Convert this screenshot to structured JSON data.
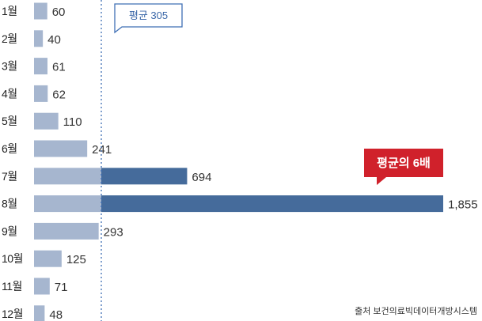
{
  "chart_data": {
    "type": "bar",
    "orientation": "horizontal",
    "categories": [
      "1월",
      "2월",
      "3월",
      "4월",
      "5월",
      "6월",
      "7월",
      "8월",
      "9월",
      "10월",
      "11월",
      "12월"
    ],
    "values": [
      60,
      40,
      61,
      62,
      110,
      241,
      694,
      1855,
      293,
      125,
      71,
      48
    ],
    "value_labels": [
      "60",
      "40",
      "61",
      "62",
      "110",
      "241",
      "694",
      "1,855",
      "293",
      "125",
      "71",
      "48"
    ],
    "average": 305,
    "average_label": "평균 305",
    "highlight": [
      "7월",
      "8월"
    ],
    "callout": {
      "text": "평균의 6배",
      "target": "8월"
    },
    "xlim": [
      0,
      1855
    ],
    "grid": false,
    "source": "출처 보건의료빅데이터개방시스템",
    "colors": {
      "bar": "#a6b6cf",
      "above_average": "#456b9b",
      "average_line": "#3f6fb5",
      "callout": "#d0212b"
    }
  }
}
